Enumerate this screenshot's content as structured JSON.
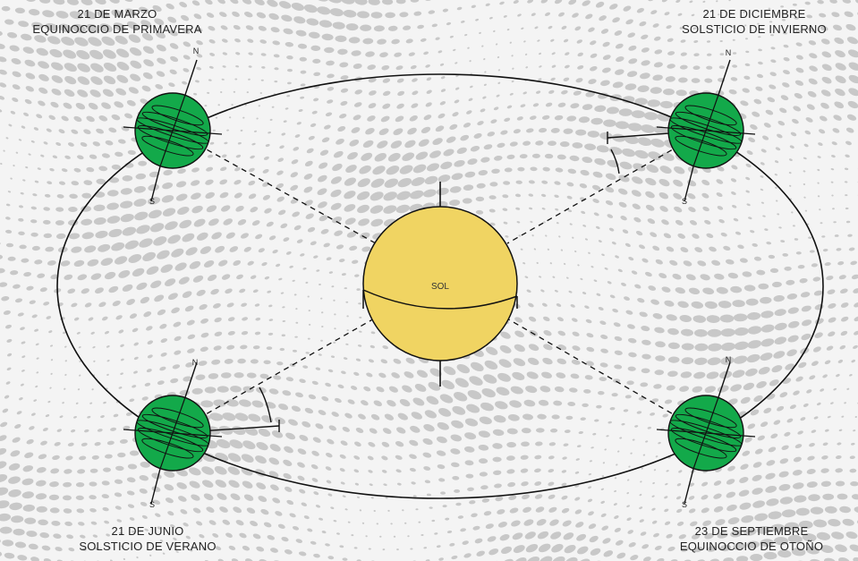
{
  "sun": {
    "label": "SOL",
    "color": "#f0d462"
  },
  "earth_color": "#13a94a",
  "background_pattern": [
    "#c8c8c8",
    "#f4f4f4"
  ],
  "compass": {
    "north": "N",
    "south": "S"
  },
  "positions": [
    {
      "id": "march",
      "date": "21 DE MARZO",
      "event": "EQUINOCCIO DE PRIMAVERA"
    },
    {
      "id": "december",
      "date": "21 DE DICIEMBRE",
      "event": "SOLSTICIO DE INVIERNO"
    },
    {
      "id": "june",
      "date": "21 DE JUNIO",
      "event": "SOLSTICIO DE VERANO"
    },
    {
      "id": "september",
      "date": "23 DE SEPTIEMBRE",
      "event": "EQUINOCCIO DE OTOÑO"
    }
  ]
}
